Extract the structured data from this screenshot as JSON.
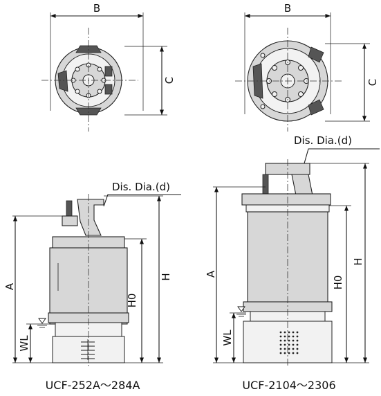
{
  "labels": {
    "B": "B",
    "C": "C",
    "A": "A",
    "H": "H",
    "H0": "H0",
    "WL": "WL",
    "dis_dia": "Dis. Dia.(d)"
  },
  "captions": {
    "left": "UCF-252A～284A",
    "right": "UCF-2104～2306"
  }
}
